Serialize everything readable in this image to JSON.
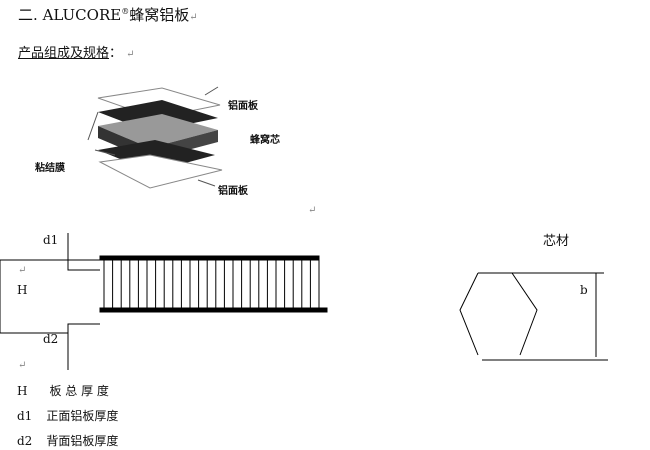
{
  "heading": {
    "number": "二.",
    "brand": "ALUCORE",
    "registered": "®",
    "name": "蜂窝铝板"
  },
  "subtitle": {
    "text": "产品组成及规格",
    "colon": "："
  },
  "exploded_diagram": {
    "labels": {
      "top_sheet": "铝面板",
      "core": "蜂窝芯",
      "adhesive": "粘结膜",
      "bottom_sheet": "铝面板"
    }
  },
  "section_diagram": {
    "d1": "d1",
    "d2": "d2",
    "H": "H"
  },
  "core_diagram": {
    "title": "芯材",
    "b": "b"
  },
  "legend": [
    {
      "symbol": "H",
      "desc": "板 总 厚 度"
    },
    {
      "symbol": "d1",
      "desc": "正面铝板厚度"
    },
    {
      "symbol": "d2",
      "desc": "背面铝板厚度"
    }
  ],
  "paragraph_mark": "↵"
}
